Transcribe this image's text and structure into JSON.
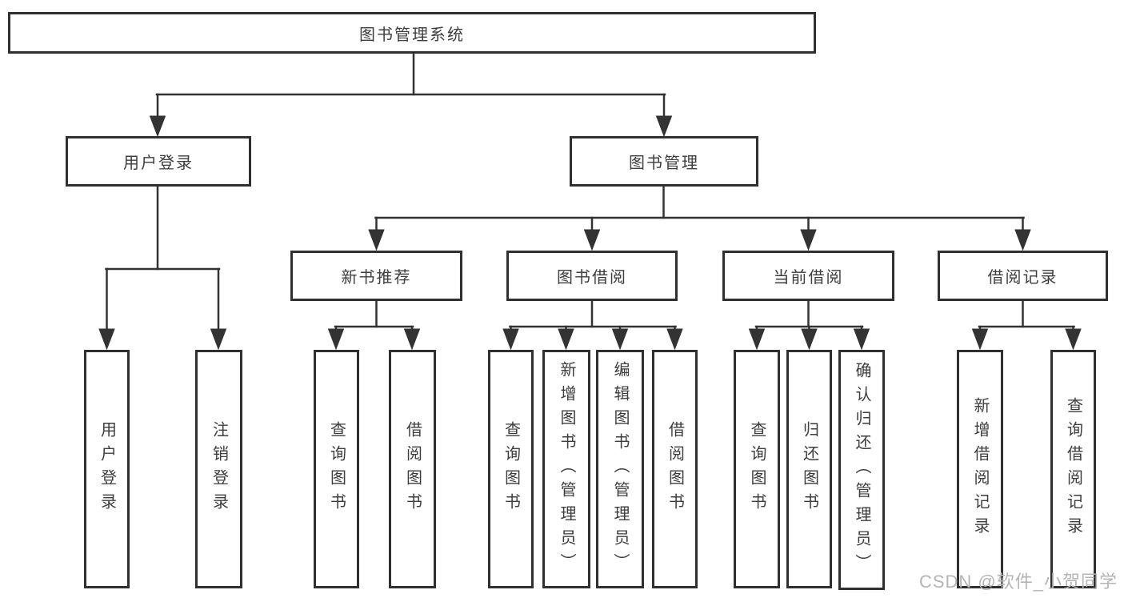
{
  "tree": {
    "label": "图书管理系统",
    "children": [
      {
        "label": "用户登录",
        "children": [
          {
            "label": "用户登录"
          },
          {
            "label": "注销登录"
          }
        ]
      },
      {
        "label": "图书管理",
        "children": [
          {
            "label": "新书推荐",
            "children": [
              {
                "label": "查询图书"
              },
              {
                "label": "借阅图书"
              }
            ]
          },
          {
            "label": "图书借阅",
            "children": [
              {
                "label": "查询图书"
              },
              {
                "label": "新增图书（管理员）"
              },
              {
                "label": "编辑图书（管理员）"
              },
              {
                "label": "借阅图书"
              }
            ]
          },
          {
            "label": "当前借阅",
            "children": [
              {
                "label": "查询图书"
              },
              {
                "label": "归还图书"
              },
              {
                "label": "确认归还（管理员）"
              }
            ]
          },
          {
            "label": "借阅记录",
            "children": [
              {
                "label": "新增借阅记录"
              },
              {
                "label": "查询借阅记录"
              }
            ]
          }
        ]
      }
    ]
  },
  "watermark": {
    "text": "CSDN @软件_小贺同学"
  },
  "colors": {
    "line": "#333333",
    "border": "#303030",
    "text": "#3d3d3d",
    "watermark": "#b4b4b4",
    "background": "#ffffff"
  }
}
